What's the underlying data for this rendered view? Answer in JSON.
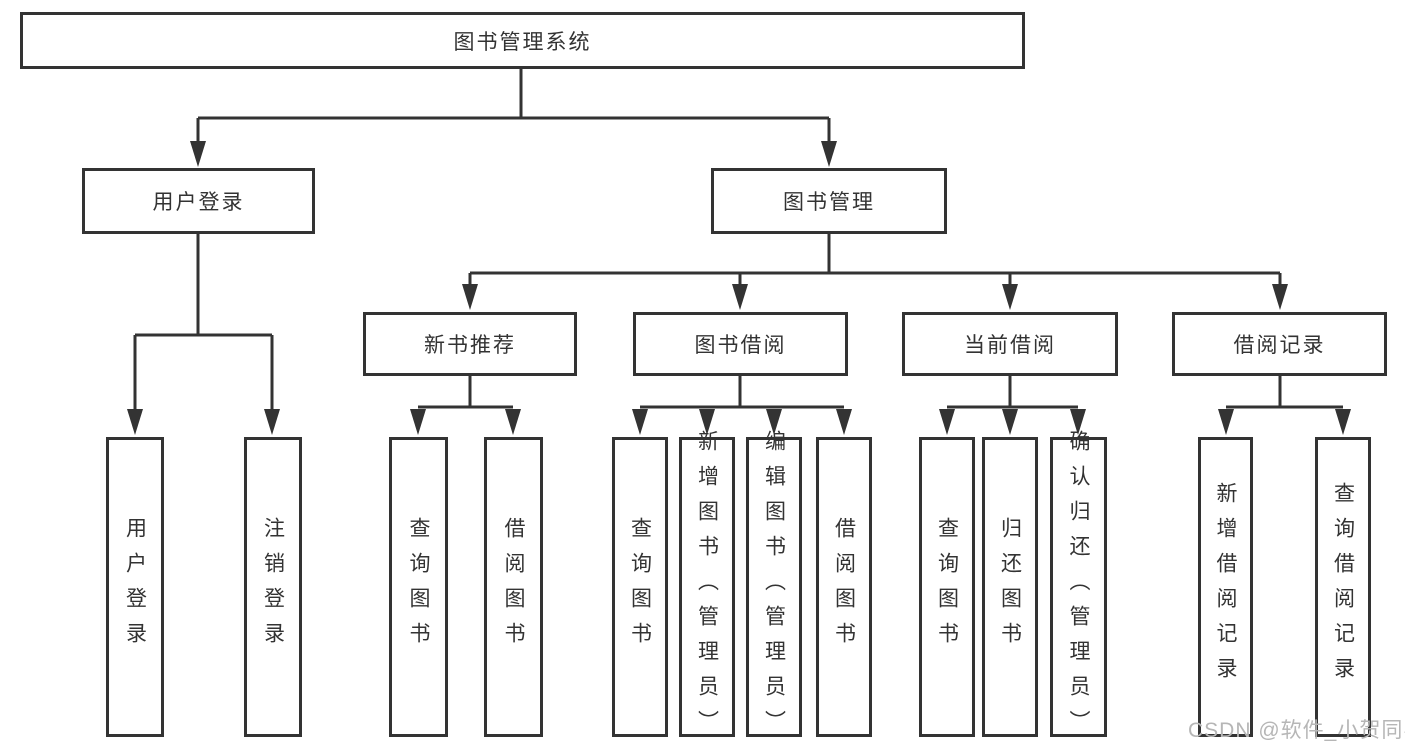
{
  "diagram": {
    "colors": {
      "line": "#333333",
      "box_border": "#333333",
      "text": "#333333",
      "background": "#ffffff",
      "watermark": "#b6b6b6"
    },
    "tree": {
      "root": {
        "label": "图书管理系统"
      },
      "children": [
        {
          "label": "用户登录",
          "leaves": [
            {
              "label": "用户登录"
            },
            {
              "label": "注销登录"
            }
          ]
        },
        {
          "label": "图书管理",
          "children": [
            {
              "label": "新书推荐",
              "leaves": [
                {
                  "label": "查询图书"
                },
                {
                  "label": "借阅图书"
                }
              ]
            },
            {
              "label": "图书借阅",
              "leaves": [
                {
                  "label": "查询图书"
                },
                {
                  "label": "新增图书（管理员）"
                },
                {
                  "label": "编辑图书（管理员）"
                },
                {
                  "label": "借阅图书"
                }
              ]
            },
            {
              "label": "当前借阅",
              "leaves": [
                {
                  "label": "查询图书"
                },
                {
                  "label": "归还图书"
                },
                {
                  "label": "确认归还（管理员）"
                }
              ]
            },
            {
              "label": "借阅记录",
              "leaves": [
                {
                  "label": "新增借阅记录"
                },
                {
                  "label": "查询借阅记录"
                }
              ]
            }
          ]
        }
      ]
    }
  },
  "watermark": {
    "text": "CSDN @软件_小贺同学"
  }
}
